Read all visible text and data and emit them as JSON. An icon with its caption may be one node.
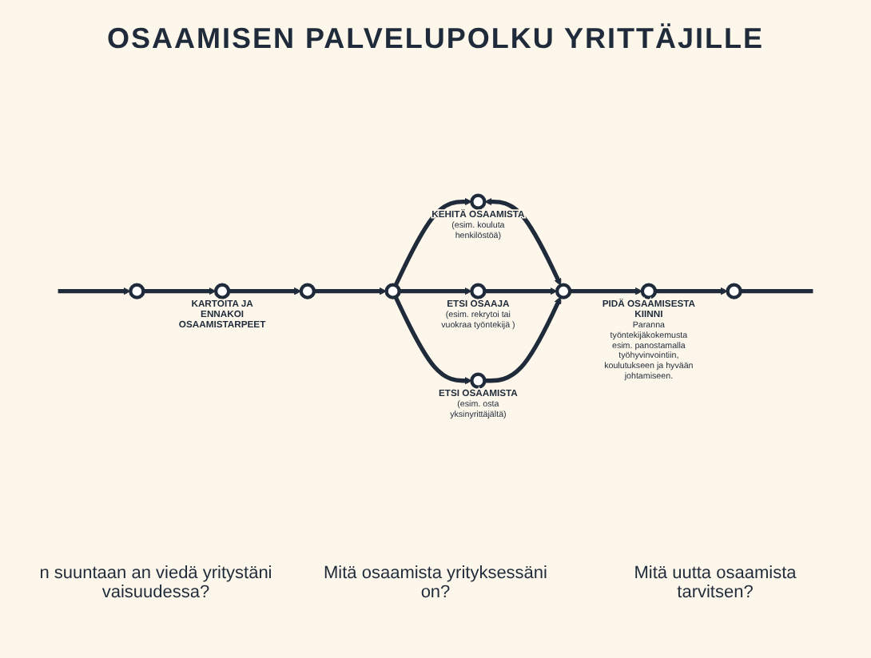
{
  "diagram": {
    "title": "OSAAMISEN PALVELUPOLKU YRITTÄJILLE",
    "nodes": [
      {
        "text": [],
        "shape": "circle"
      },
      {
        "text": [],
        "shape": "circle",
        "beside": [
          "KARTOITA JA ENNAKOI OSAAMISTARPEET"
        ]
      },
      {
        "text": [],
        "shape": "circle"
      },
      {
        "text": [],
        "shape": "circle"
      },
      {
        "text": [],
        "shape": "circle",
        "beside": [
          "ETSI OSAAJA",
          "(esim. rekrytoi tai vuokraa työntekijä )"
        ]
      },
      {
        "text": [],
        "shape": "circle",
        "beside": [
          "KEHITÄ OSAAMISTA",
          "(esim. kouluta henkilöstöä)"
        ]
      },
      {
        "text": [],
        "shape": "circle",
        "beside": [
          "ETSI OSAAMISTA",
          "(esim. osta yksinyrittäjältä)"
        ]
      },
      {
        "text": [],
        "shape": "circle"
      },
      {
        "text": [],
        "shape": "circle",
        "beside": [
          "PIDÄ OSAAMISESTA KIINNI",
          "Paranna työntekijäkokemusta esim. panostamalla työhyvinvointiin, koulutukseen ja hyvään johtamiseen."
        ]
      },
      {
        "text": [],
        "shape": "circle"
      }
    ],
    "edges": [
      {
        "from": null,
        "to": 0,
        "arrow": "to"
      },
      {
        "from": 0,
        "to": 1,
        "arrow": "to"
      },
      {
        "from": 1,
        "to": 2,
        "arrow": "to"
      },
      {
        "from": 2,
        "to": 3,
        "arrow": "to"
      },
      {
        "from": 3,
        "to": 4,
        "arrow": "to"
      },
      {
        "from": 3,
        "to": 5,
        "arrow": "to"
      },
      {
        "from": 3,
        "to": 6,
        "arrow": "to"
      },
      {
        "from": 5,
        "to": 7,
        "arrow": "both"
      },
      {
        "from": 4,
        "to": 7,
        "arrow": "to"
      },
      {
        "from": 6,
        "to": 7,
        "arrow": "to"
      },
      {
        "from": 7,
        "to": 8,
        "arrow": "to"
      },
      {
        "from": 8,
        "to": 9,
        "arrow": "to"
      },
      {
        "from": 9,
        "to": null,
        "arrow": "none"
      }
    ],
    "labels": [
      "n suuntaan an viedä yritystäni vaisuudessa?",
      "Mitä osaamista yrityksessäni on?",
      "Mitä uutta osaamista tarvitsen?"
    ]
  }
}
